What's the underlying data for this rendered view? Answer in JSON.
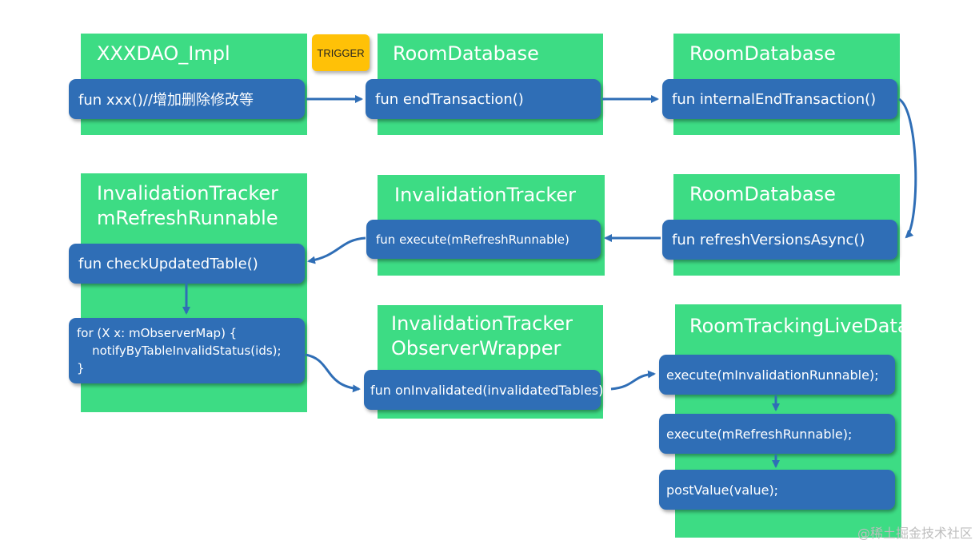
{
  "trigger_label": "TRIGGER",
  "watermark": "@稀土掘金技术社区",
  "colors": {
    "panel": "#3ddc84",
    "method": "#2f6eb6",
    "trigger": "#ffc107",
    "arrow": "#2f6eb6"
  },
  "panels": {
    "xxxdao": {
      "title": "XXXDAO_Impl",
      "methods": [
        "fun xxx()//增加删除修改等"
      ]
    },
    "roomdb1": {
      "title": "RoomDatabase",
      "methods": [
        "fun endTransaction()"
      ]
    },
    "roomdb2": {
      "title": "RoomDatabase",
      "methods": [
        "fun internalEndTransaction()"
      ]
    },
    "roomdb3": {
      "title": "RoomDatabase",
      "methods": [
        "fun refreshVersionsAsync()"
      ]
    },
    "tracker": {
      "title": "InvalidationTracker",
      "methods": [
        "fun execute(mRefreshRunnable)"
      ]
    },
    "refresh_runnable": {
      "title": "InvalidationTracker\nmRefreshRunnable",
      "methods": [
        "fun checkUpdatedTable()",
        "for (X x: mObserverMap) {\n    notifyByTableInvalidStatus(ids);\n}"
      ]
    },
    "observer_wrapper": {
      "title": "InvalidationTracker\nObserverWrapper",
      "methods": [
        "fun onInvalidated(invalidatedTables)"
      ]
    },
    "live_data": {
      "title": "RoomTrackingLiveData",
      "methods": [
        "execute(mInvalidationRunnable);",
        "execute(mRefreshRunnable);",
        "postValue(value);"
      ]
    }
  }
}
